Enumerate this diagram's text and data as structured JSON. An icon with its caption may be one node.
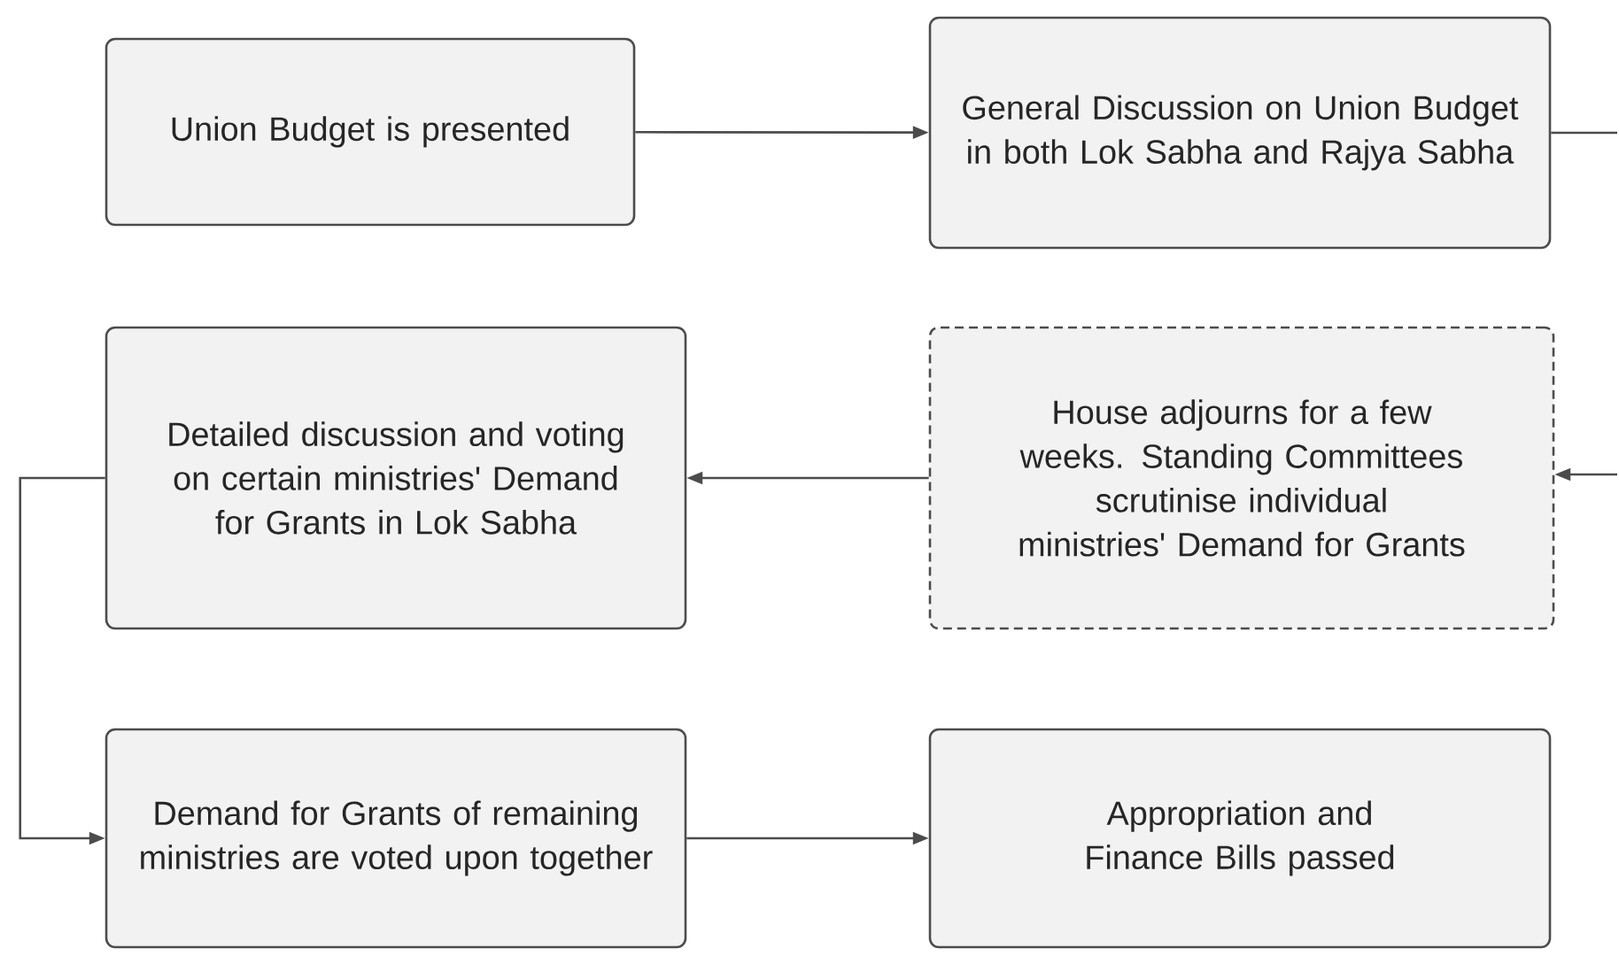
{
  "diagram": {
    "nodes": [
      {
        "text": [
          "Union Budget is presented"
        ]
      },
      {
        "text": [
          "General Discussion on Union Budget in both Lok Sabha and Rajya Sabha"
        ]
      },
      {
        "text": [
          "Detailed discussion and voting on certain ministries' Demand for Grants in Lok Sabha"
        ]
      },
      {
        "text": [
          "House adjourns for a few weeks.  Standing Committees scrutinise individual ministries' Demand for Grants"
        ]
      },
      {
        "text": [
          "Demand for Grants of remaining ministries are voted upon together"
        ]
      },
      {
        "text": [
          "Appropriation and Finance Bills passed"
        ]
      }
    ],
    "edges": [
      {
        "from": 0,
        "to": 1,
        "arrow": "to"
      },
      {
        "from": 1,
        "to": null,
        "arrow": "none"
      },
      {
        "from": null,
        "to": 3,
        "arrow": "to"
      },
      {
        "from": 3,
        "to": 2,
        "arrow": "to"
      },
      {
        "from": 2,
        "to": 4,
        "arrow": "to"
      },
      {
        "from": 4,
        "to": 5,
        "arrow": "to"
      }
    ]
  }
}
